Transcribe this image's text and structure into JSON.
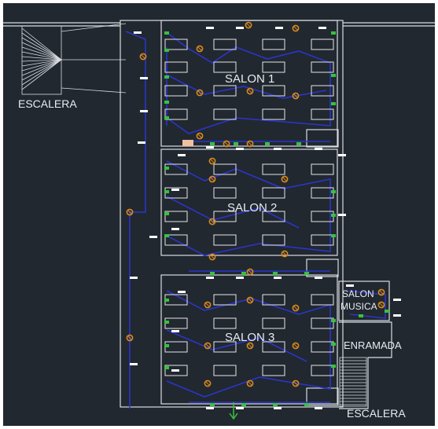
{
  "labels": {
    "escalera_top": "ESCALERA",
    "salon1": "SALON 1",
    "salon2": "SALON 2",
    "salon3": "SALON 3",
    "salon_musica_line1": "SALON",
    "salon_musica_line2": "MUSICA",
    "enramada": "ENRAMADA",
    "escalera_bottom": "ESCALERA"
  },
  "colors": {
    "background": "#212830",
    "walls": "#d9dde2",
    "wiring": "#2b35c9",
    "desk": "#e6e6e6",
    "fixture": "#d98a1c",
    "switch": "#38c23c",
    "tag": "#ffffff",
    "accent": "#ff3b3b"
  }
}
